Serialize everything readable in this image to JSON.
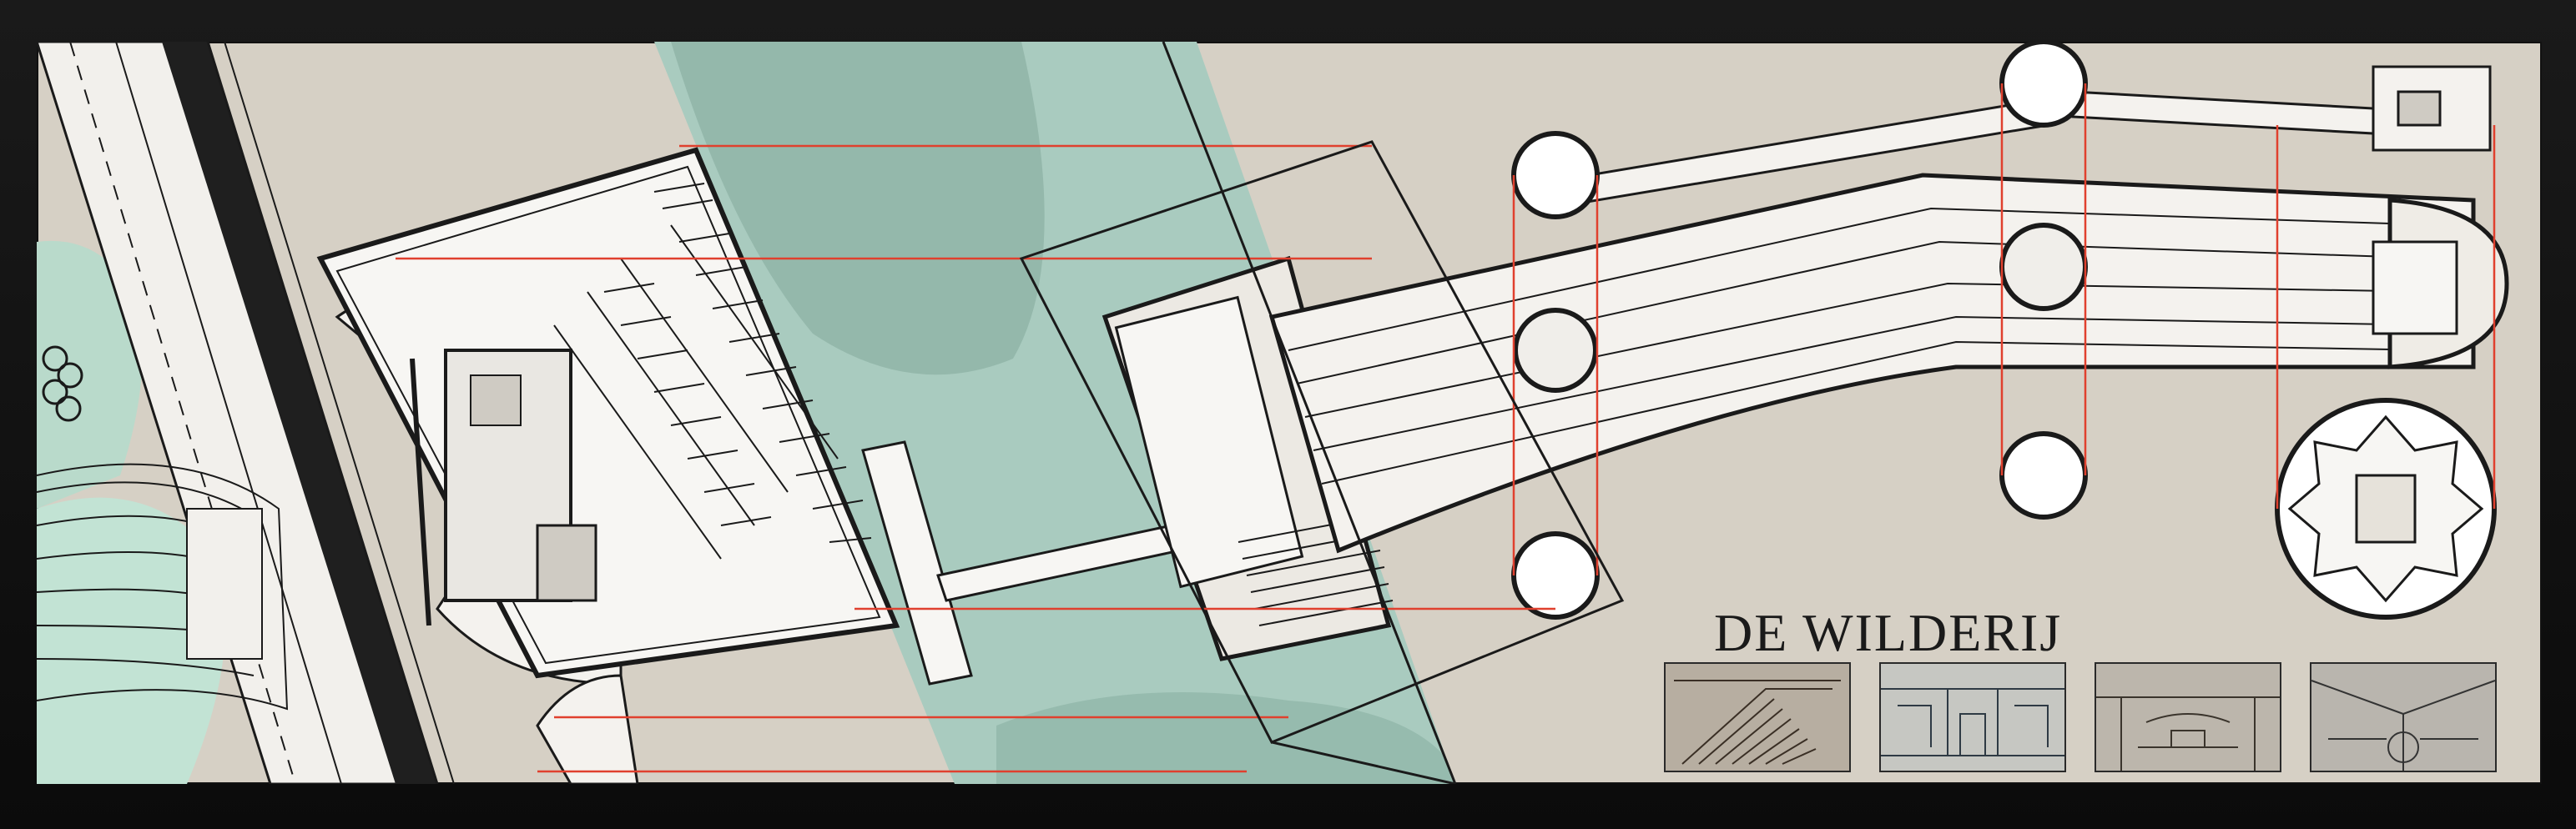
{
  "board": {
    "title": "DE WILDERIJ"
  },
  "colors": {
    "paper": "#d6d0c5",
    "water": "#a9cbbf",
    "water_dark": "#8fb3a6",
    "ink": "#1a1a1a",
    "guide_line": "#e0402e",
    "sketch_tone": "#b7aea1"
  },
  "sketches": [
    {
      "name": "sketch-staircase"
    },
    {
      "name": "sketch-hall"
    },
    {
      "name": "sketch-room"
    },
    {
      "name": "sketch-interior"
    }
  ]
}
